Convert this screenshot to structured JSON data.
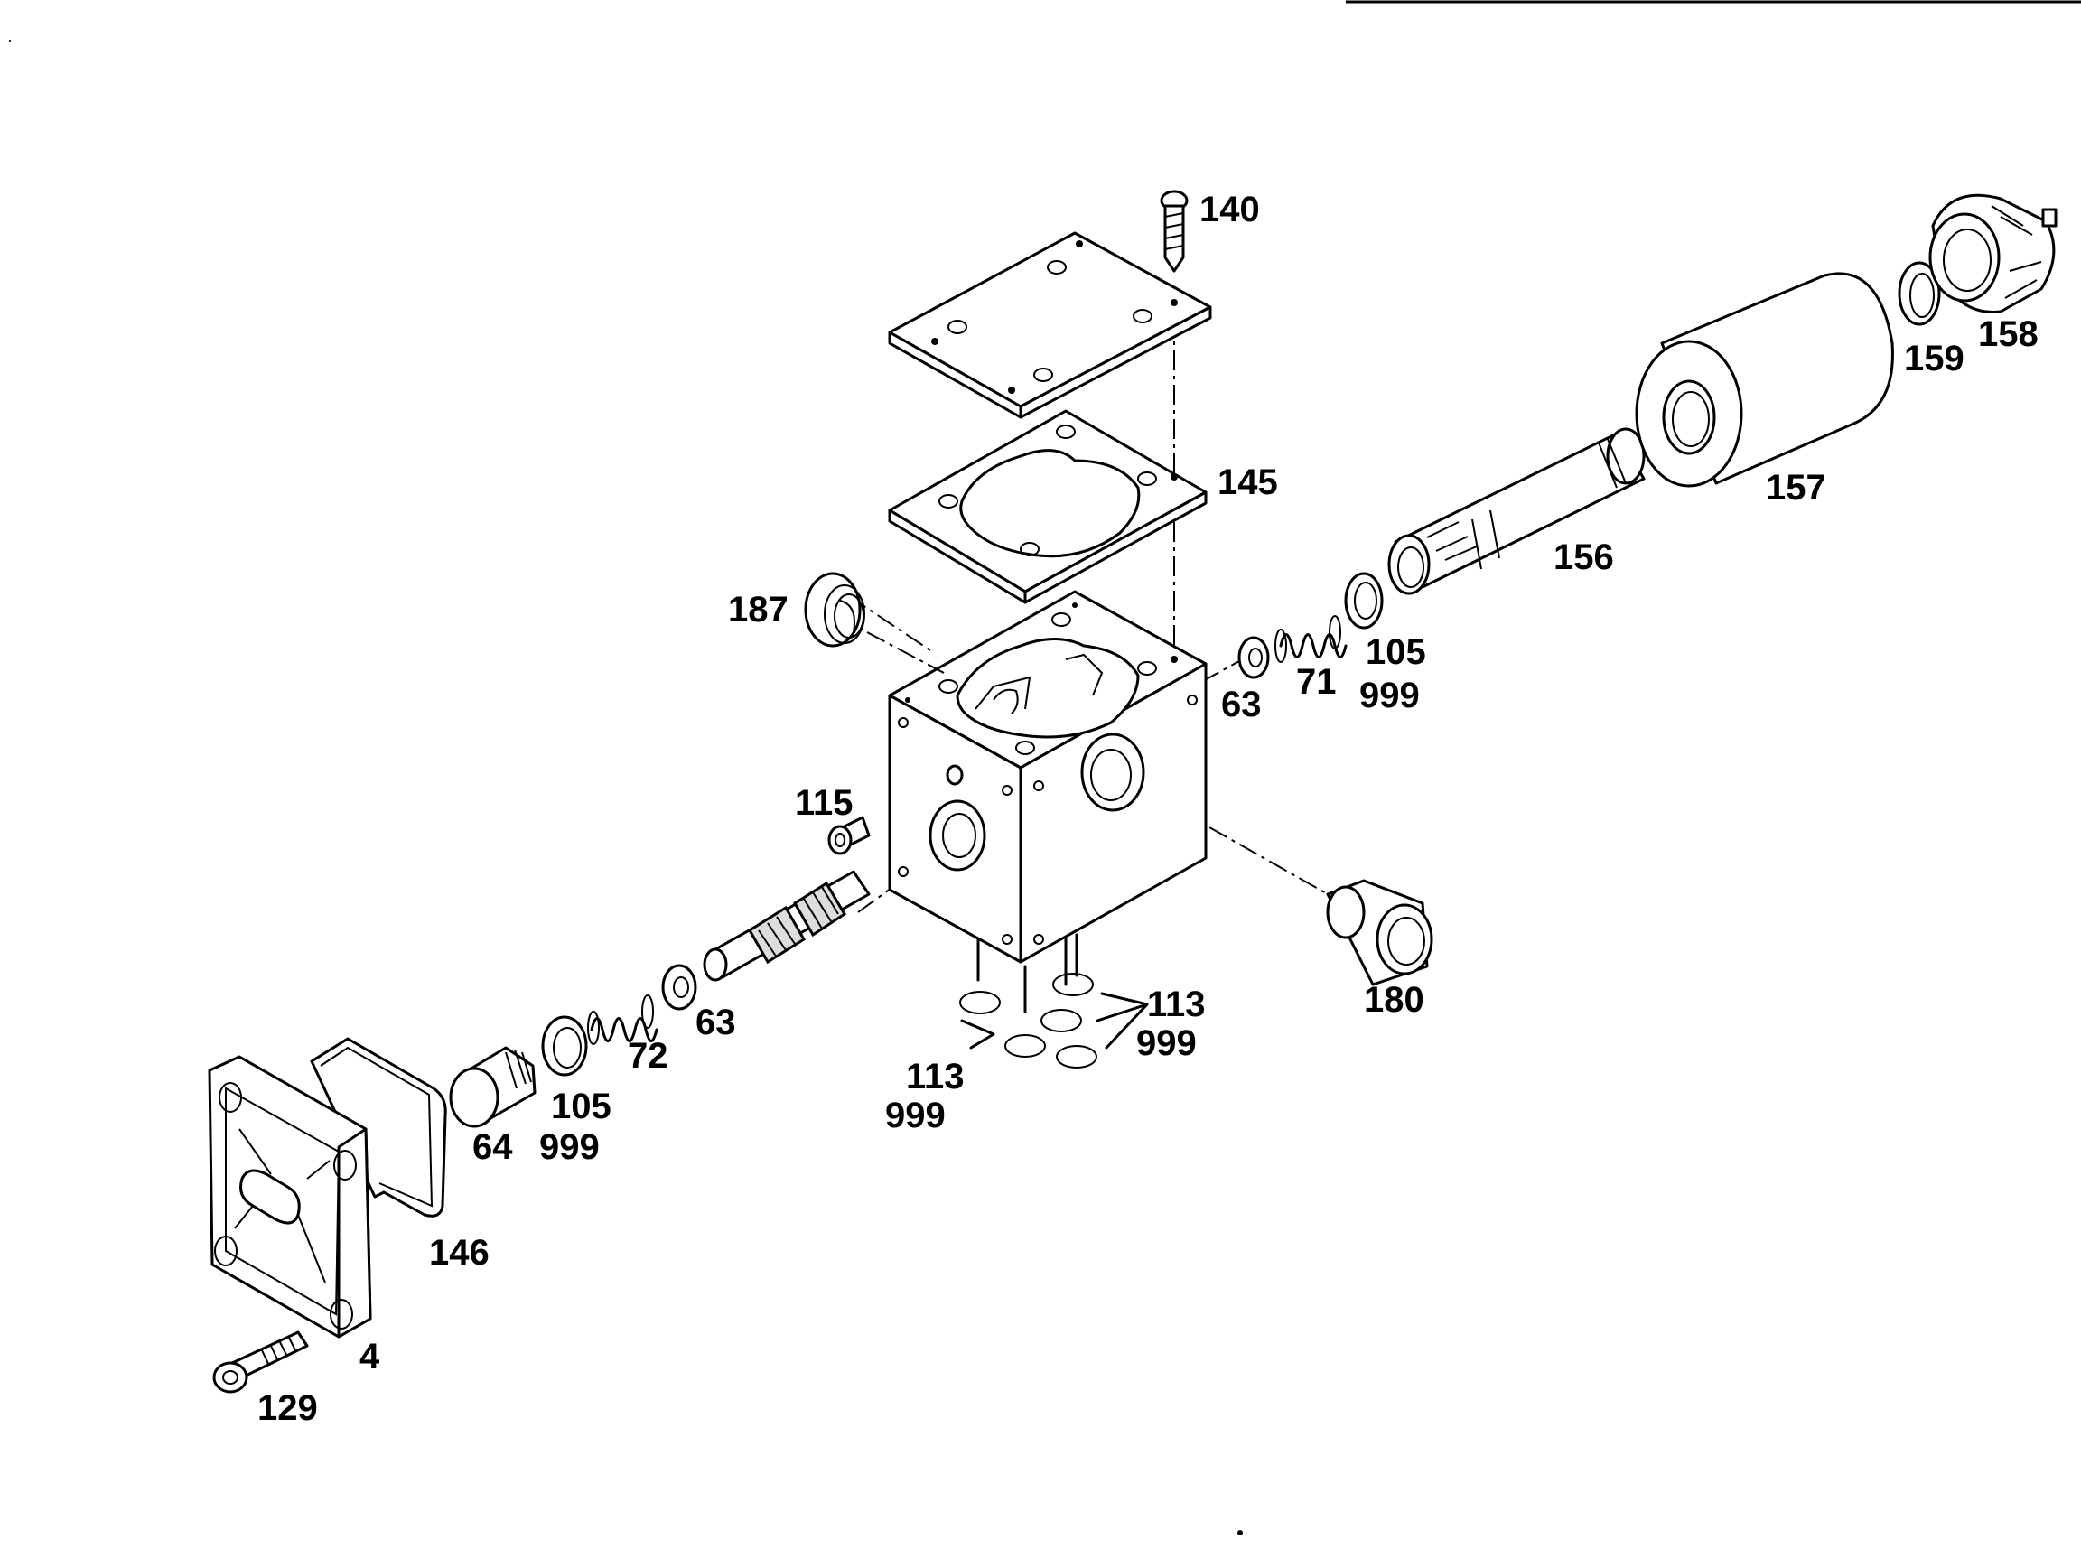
{
  "labels": {
    "p140": "140",
    "p145": "145",
    "p187": "187",
    "p63a": "63",
    "p71": "71",
    "p105a": "105",
    "p999a": "999",
    "p156": "156",
    "p157": "157",
    "p159": "159",
    "p158": "158",
    "p115": "115",
    "p180": "180",
    "p63b": "63",
    "p72": "72",
    "p105b": "105",
    "p999b": "999",
    "p64": "64",
    "p113a": "113",
    "p999c": "999",
    "p113b": "113",
    "p999d": "999",
    "p146": "146",
    "p4": "4",
    "p129": "129"
  }
}
